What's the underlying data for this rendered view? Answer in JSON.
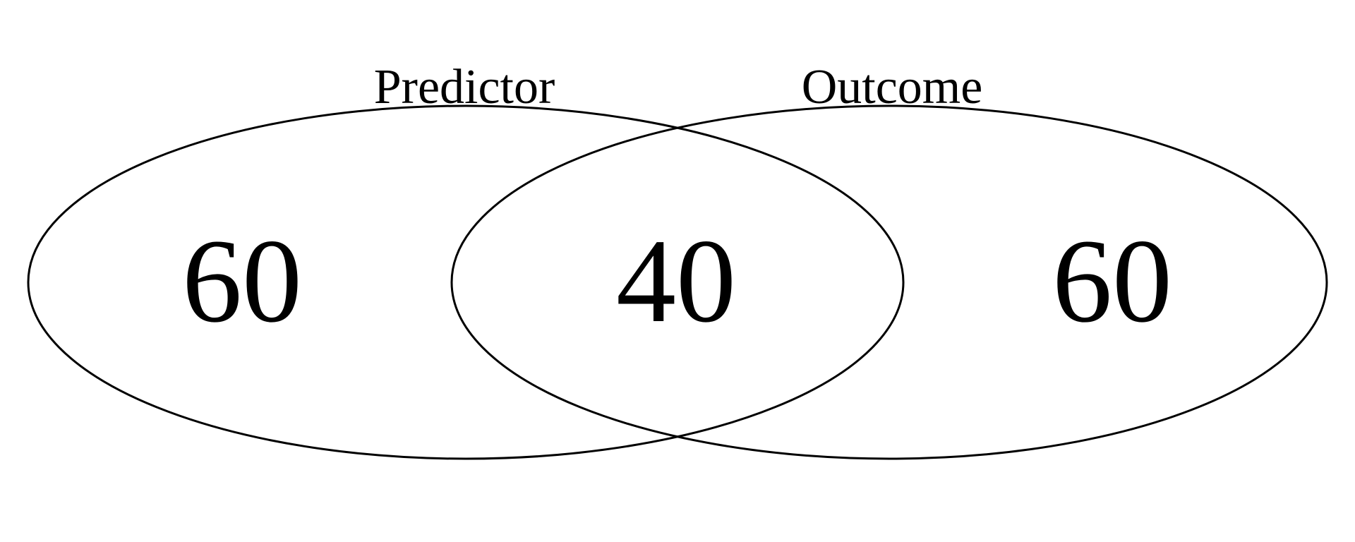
{
  "diagram": {
    "type": "venn",
    "sets": [
      {
        "label": "Predictor",
        "only_value": "60"
      },
      {
        "label": "Outcome",
        "only_value": "60"
      }
    ],
    "intersection_value": "40",
    "colors": {
      "stroke": "#000000",
      "background": "#ffffff",
      "text": "#000000"
    }
  }
}
